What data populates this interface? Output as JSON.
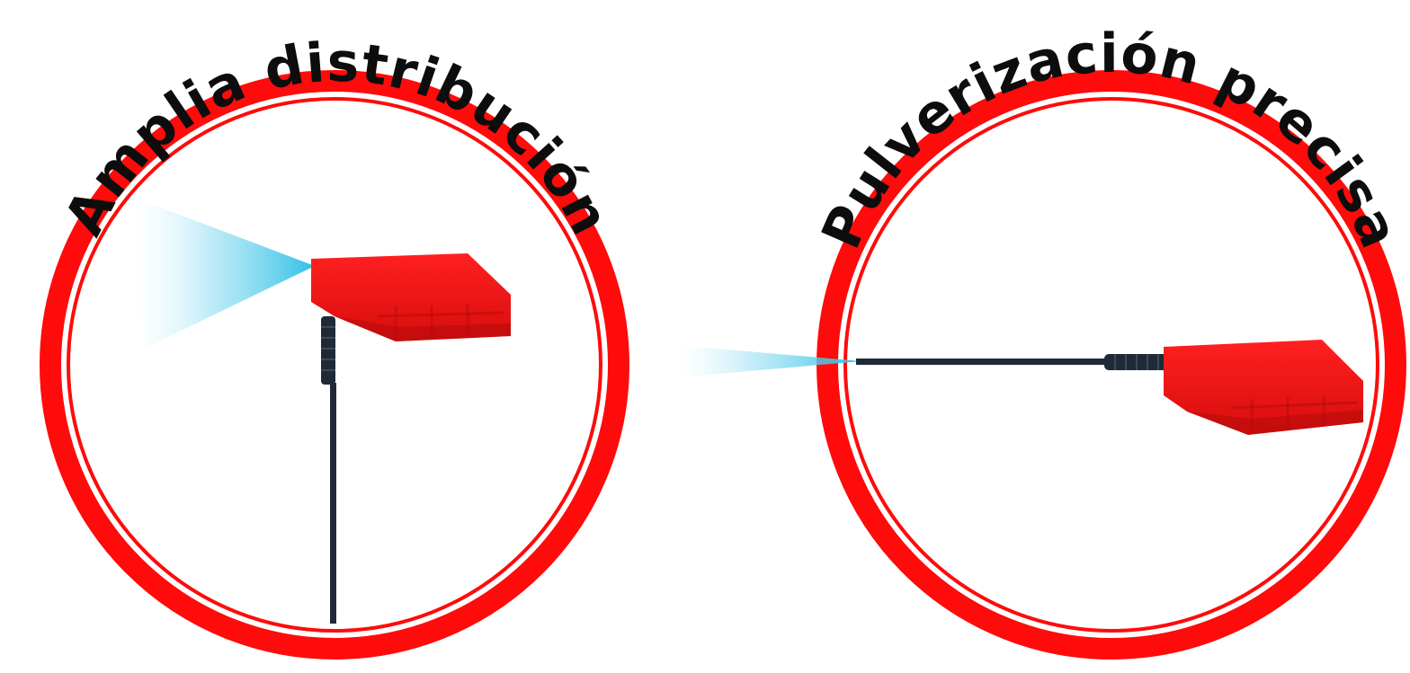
{
  "panels": [
    {
      "label": "Amplia distribución",
      "mode": "wide",
      "ring_color": "#ff0b0b"
    },
    {
      "label": "Pulverización precisa",
      "mode": "precise",
      "ring_color": "#ff0b0b"
    }
  ],
  "colors": {
    "nozzle_red": "#f01010",
    "nozzle_dark": "#b40b0b",
    "rod": "#1f2a36",
    "spray": "#43c8e8",
    "label_text": "#0d0d0d"
  }
}
